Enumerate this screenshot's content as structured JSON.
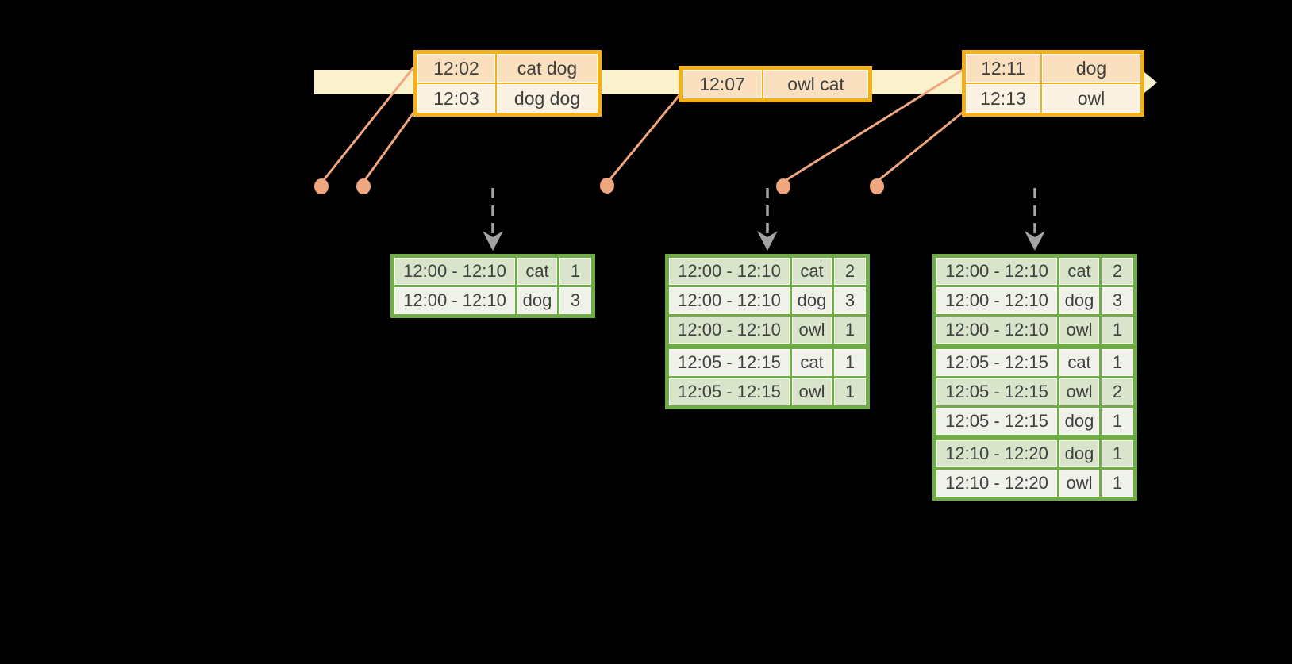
{
  "diagram": {
    "kind": "streaming-windowed-grouped-aggregation-timeline",
    "background": "#000000"
  },
  "colors": {
    "timeline_band": "#FAF1CD",
    "event_table_border": "#F3B01B",
    "event_row_highlight": "#FAE0BE",
    "event_row_plain": "#FCF2E3",
    "connector": "#F0A67E",
    "trigger_arrow": "#A3A3A3",
    "result_table_border": "#70AC46",
    "result_row_dark": "#D9E5CB",
    "result_row_light": "#EEF2E9",
    "text": "#3F3F3F"
  },
  "event_tables": [
    {
      "name": "event-table-1",
      "rows": [
        {
          "time": "12:02",
          "words": "cat dog",
          "style": "highlight"
        },
        {
          "time": "12:03",
          "words": "dog dog",
          "style": "plain"
        }
      ]
    },
    {
      "name": "event-table-2",
      "rows": [
        {
          "time": "12:07",
          "words": "owl cat",
          "style": "highlight"
        }
      ]
    },
    {
      "name": "event-table-3",
      "rows": [
        {
          "time": "12:11",
          "words": "dog",
          "style": "highlight"
        },
        {
          "time": "12:13",
          "words": "owl",
          "style": "plain"
        }
      ]
    }
  ],
  "result_tables": [
    {
      "name": "result-table-1",
      "rows": [
        {
          "window": "12:00 - 12:10",
          "word": "cat",
          "count": "1"
        },
        {
          "window": "12:00 - 12:10",
          "word": "dog",
          "count": "3"
        }
      ]
    },
    {
      "name": "result-table-2",
      "rows": [
        {
          "window": "12:00 - 12:10",
          "word": "cat",
          "count": "2"
        },
        {
          "window": "12:00 - 12:10",
          "word": "dog",
          "count": "3"
        },
        {
          "window": "12:00 - 12:10",
          "word": "owl",
          "count": "1"
        },
        {
          "window": "12:05 - 12:15",
          "word": "cat",
          "count": "1"
        },
        {
          "window": "12:05 - 12:15",
          "word": "owl",
          "count": "1"
        }
      ]
    },
    {
      "name": "result-table-3",
      "rows": [
        {
          "window": "12:00 - 12:10",
          "word": "cat",
          "count": "2"
        },
        {
          "window": "12:00 - 12:10",
          "word": "dog",
          "count": "3"
        },
        {
          "window": "12:00 - 12:10",
          "word": "owl",
          "count": "1"
        },
        {
          "window": "12:05 - 12:15",
          "word": "cat",
          "count": "1"
        },
        {
          "window": "12:05 - 12:15",
          "word": "owl",
          "count": "2"
        },
        {
          "window": "12:05 - 12:15",
          "word": "dog",
          "count": "1"
        },
        {
          "window": "12:10 - 12:20",
          "word": "dog",
          "count": "1"
        },
        {
          "window": "12:10 - 12:20",
          "word": "owl",
          "count": "1"
        }
      ]
    }
  ]
}
